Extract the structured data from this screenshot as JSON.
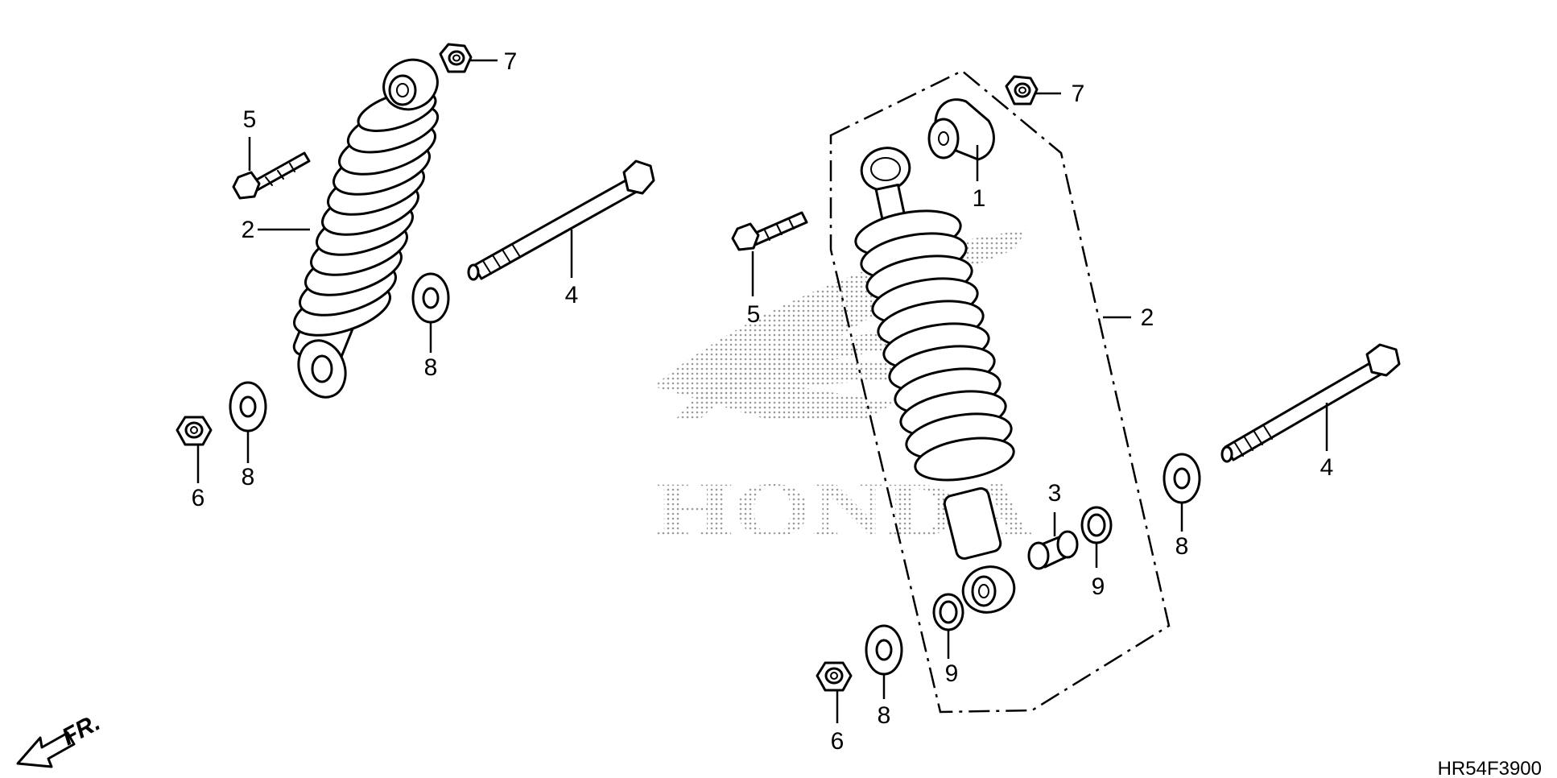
{
  "diagram": {
    "callouts": [
      "1",
      "2",
      "3",
      "4",
      "5",
      "6",
      "7",
      "8",
      "9"
    ],
    "direction_label": "FR.",
    "diagram_code": "HR54F3900",
    "watermark_text": "HONDA",
    "colors": {
      "line": "#000000",
      "background": "#ffffff",
      "watermark": "#9a9a9a"
    }
  }
}
